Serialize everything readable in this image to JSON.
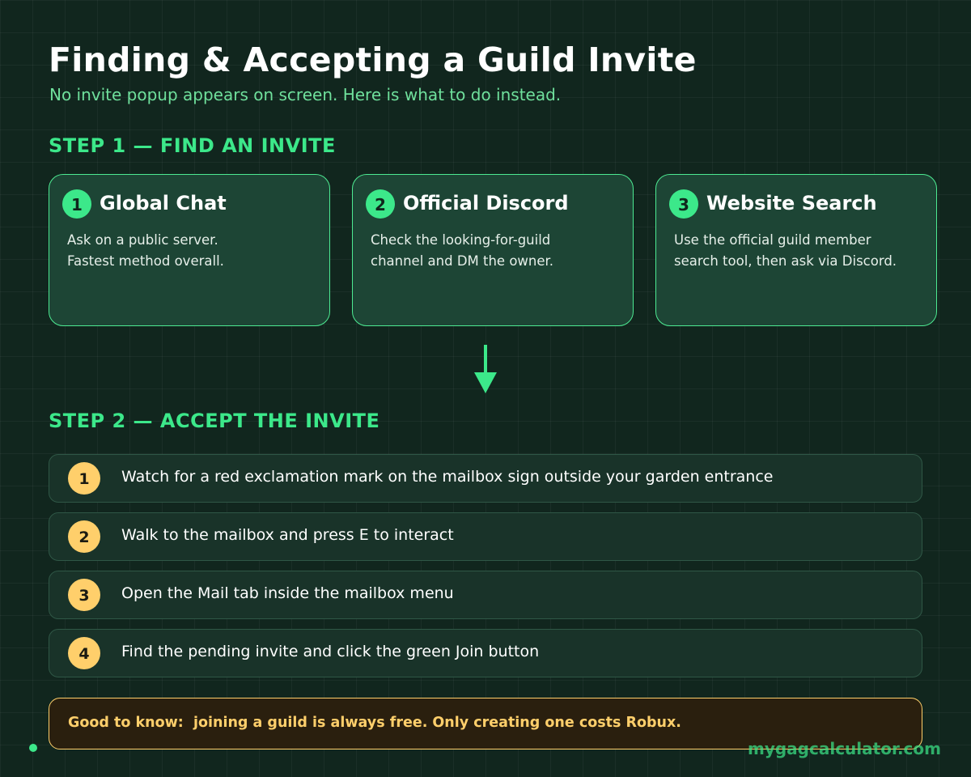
{
  "title": "Finding & Accepting a Guild Invite",
  "subtitle": "No invite popup appears on screen. Here is what to do instead.",
  "step1": {
    "heading": "STEP 1 — FIND AN INVITE",
    "cards": [
      {
        "num": "1",
        "title": "Global Chat",
        "lines": [
          "Ask on a public server.",
          "Fastest method overall."
        ]
      },
      {
        "num": "2",
        "title": "Official Discord",
        "lines": [
          "Check the looking-for-guild",
          "channel and DM the owner."
        ]
      },
      {
        "num": "3",
        "title": "Website Search",
        "lines": [
          "Use the official guild member",
          "search tool, then ask via Discord."
        ]
      }
    ]
  },
  "step2": {
    "heading": "STEP 2 — ACCEPT THE INVITE",
    "steps": [
      {
        "num": "1",
        "text": "Watch for a red exclamation mark on the mailbox sign outside your garden entrance"
      },
      {
        "num": "2",
        "text": "Walk to the mailbox and press E to interact"
      },
      {
        "num": "3",
        "text": "Open the Mail tab inside the mailbox menu"
      },
      {
        "num": "4",
        "text": "Find the pending invite and click the green Join button"
      }
    ]
  },
  "note": {
    "text": "Good to know:  joining a guild is always free. Only creating one costs Robux."
  },
  "footer": {
    "site": "mygagcalculator.com"
  },
  "colors": {
    "background": "#11261e",
    "accent_green": "#3ce88a",
    "accent_yellow": "#ffcf6b"
  },
  "icons": {
    "flow_arrow": "arrow-down-icon",
    "footer_dot": "dot-icon"
  }
}
